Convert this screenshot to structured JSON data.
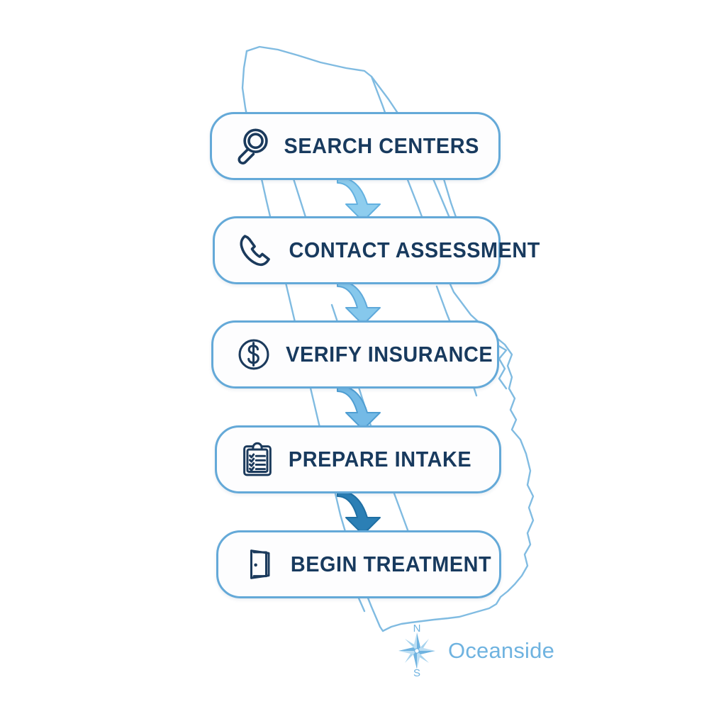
{
  "diagram": {
    "title": "Treatment Center Admission Process Flow",
    "background_map_name": "california-coastline-outline",
    "colors": {
      "box_border": "#64a9d8",
      "box_fill": "#fdfdfe",
      "text_navy": "#183a5e",
      "icon_navy": "#1b3a5c",
      "map_outline": "#7ab8e0",
      "legend_blue": "#6fb3e0",
      "arrow_light": "#8ecdee",
      "arrow_dark": "#2b7fb5"
    },
    "steps": [
      {
        "id": "search-centers",
        "label": "SEARCH CENTERS",
        "icon": "magnifier-icon"
      },
      {
        "id": "contact-assessment",
        "label": "CONTACT ASSESSMENT",
        "icon": "phone-icon"
      },
      {
        "id": "verify-insurance",
        "label": "VERIFY INSURANCE",
        "icon": "dollar-circle-icon"
      },
      {
        "id": "prepare-intake",
        "label": "PREPARE INTAKE",
        "icon": "clipboard-checklist-icon"
      },
      {
        "id": "begin-treatment",
        "label": "BEGIN TREATMENT",
        "icon": "open-door-icon"
      }
    ],
    "arrows": [
      {
        "from": "search-centers",
        "to": "contact-assessment",
        "fill": "#8ecdee"
      },
      {
        "from": "contact-assessment",
        "to": "verify-insurance",
        "fill": "#86c8ec"
      },
      {
        "from": "verify-insurance",
        "to": "prepare-intake",
        "fill": "#74bae6"
      },
      {
        "from": "prepare-intake",
        "to": "begin-treatment",
        "fill": "#2b7fb5"
      }
    ],
    "legend": {
      "compass_north": "N",
      "compass_south": "S",
      "place_label": "Oceanside"
    }
  }
}
